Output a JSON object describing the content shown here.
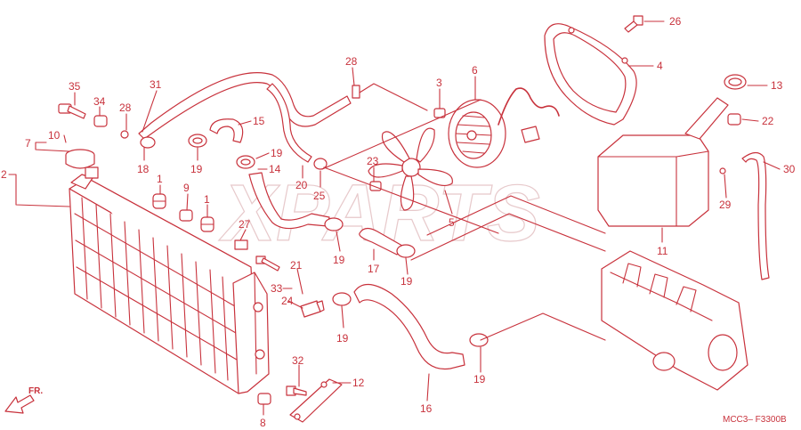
{
  "diagram": {
    "watermark": "XPARTS",
    "footer_code": "MCC3– F3300B",
    "direction_label": "FR.",
    "colors": {
      "line": "#c8323c",
      "background": "#ffffff",
      "watermark": "#e7c9cb"
    },
    "callouts": [
      {
        "id": "c35",
        "label": "35"
      },
      {
        "id": "c34",
        "label": "34"
      },
      {
        "id": "c28a",
        "label": "28"
      },
      {
        "id": "c31",
        "label": "31"
      },
      {
        "id": "c28b",
        "label": "28"
      },
      {
        "id": "c3",
        "label": "3"
      },
      {
        "id": "c6",
        "label": "6"
      },
      {
        "id": "c26",
        "label": "26"
      },
      {
        "id": "c4",
        "label": "4"
      },
      {
        "id": "c13",
        "label": "13"
      },
      {
        "id": "c22",
        "label": "22"
      },
      {
        "id": "c30",
        "label": "30"
      },
      {
        "id": "c10",
        "label": "10"
      },
      {
        "id": "c7",
        "label": "7"
      },
      {
        "id": "c2",
        "label": "2"
      },
      {
        "id": "c15",
        "label": "15"
      },
      {
        "id": "c19a",
        "label": "19"
      },
      {
        "id": "c19b",
        "label": "19"
      },
      {
        "id": "c14",
        "label": "14"
      },
      {
        "id": "c18",
        "label": "18"
      },
      {
        "id": "c20",
        "label": "20"
      },
      {
        "id": "c25",
        "label": "25"
      },
      {
        "id": "c23",
        "label": "23"
      },
      {
        "id": "c5",
        "label": "5"
      },
      {
        "id": "c29",
        "label": "29"
      },
      {
        "id": "c11",
        "label": "11"
      },
      {
        "id": "c1a",
        "label": "1"
      },
      {
        "id": "c9",
        "label": "9"
      },
      {
        "id": "c1b",
        "label": "1"
      },
      {
        "id": "c27",
        "label": "27"
      },
      {
        "id": "c19c",
        "label": "19"
      },
      {
        "id": "c17",
        "label": "17"
      },
      {
        "id": "c19d",
        "label": "19"
      },
      {
        "id": "c21",
        "label": "21"
      },
      {
        "id": "c33",
        "label": "33"
      },
      {
        "id": "c24",
        "label": "24"
      },
      {
        "id": "c19e",
        "label": "19"
      },
      {
        "id": "c32",
        "label": "32"
      },
      {
        "id": "c12",
        "label": "12"
      },
      {
        "id": "c8",
        "label": "8"
      },
      {
        "id": "c16",
        "label": "16"
      },
      {
        "id": "c19f",
        "label": "19"
      }
    ]
  }
}
